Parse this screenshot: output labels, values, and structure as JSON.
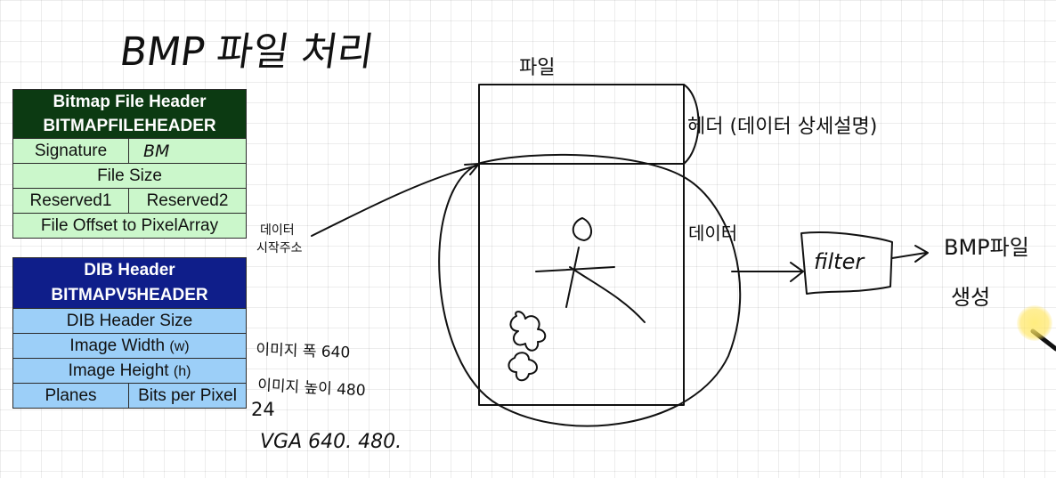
{
  "title": "BMP 파일 처리",
  "file_label": "파일",
  "file_header": {
    "title_line1": "Bitmap File Header",
    "title_line2": "BITMAPFILEHEADER",
    "signature_label": "Signature",
    "signature_value": "BM",
    "file_size": "File Size",
    "reserved1": "Reserved1",
    "reserved2": "Reserved2",
    "offset": "File Offset to PixelArray"
  },
  "dib_header": {
    "title_line1": "DIB Header",
    "title_line2": "BITMAPV5HEADER",
    "size": "DIB Header Size",
    "width_label": "Image Width",
    "width_unit": "(w)",
    "height_label": "Image Height",
    "height_unit": "(h)",
    "planes": "Planes",
    "bpp": "Bits per Pixel"
  },
  "annotations": {
    "offset_note_1": "데이터",
    "offset_note_2": "시작주소",
    "width_note": "이미지 폭 640",
    "height_note": "이미지 높이 480",
    "bpp_note": "24",
    "vga_note": "VGA 640. 480.",
    "header_note": "헤더 (데이터 상세설명)",
    "data_note": "데이터",
    "filter_label": "filter",
    "output_line1": "BMP파일",
    "output_line2": "생성"
  },
  "colors": {
    "file_header_dark": "#0c3a12",
    "file_header_light": "#cbf7cb",
    "dib_header_dark": "#0f1e8a",
    "dib_header_light": "#9ccff8",
    "pen_highlight": "#ffe250"
  },
  "icons": {
    "pen": "pen-cursor-icon"
  }
}
